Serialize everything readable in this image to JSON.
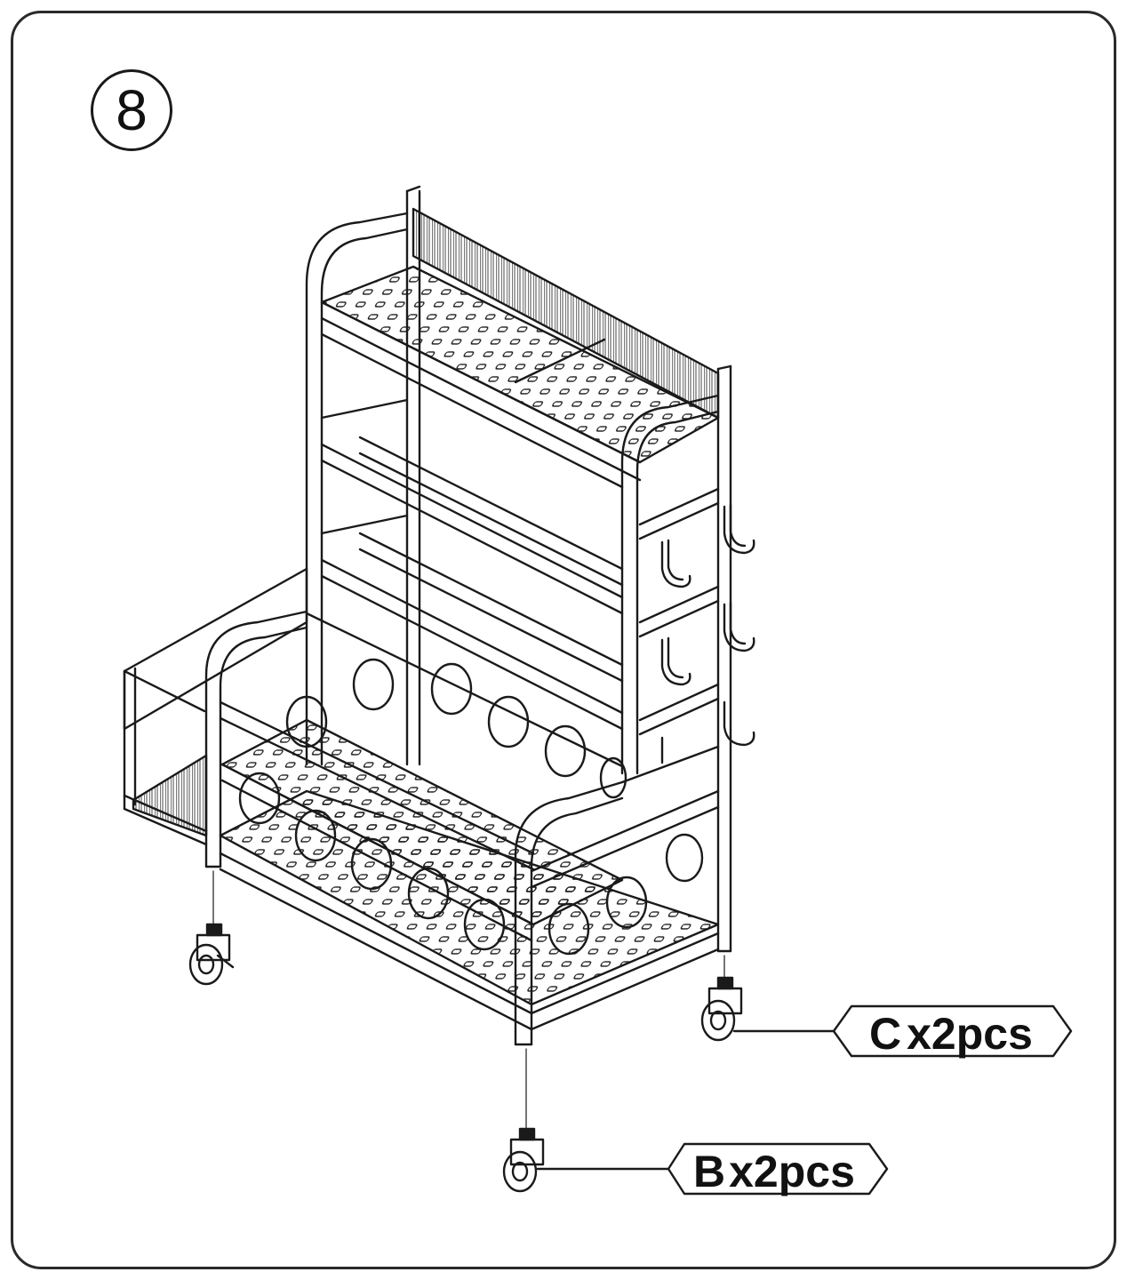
{
  "step": {
    "number": "8"
  },
  "callouts": {
    "caster_c": {
      "letter": "C",
      "qty": "x2pcs"
    },
    "caster_b": {
      "letter": "B",
      "qty": "x2pcs"
    }
  },
  "colors": {
    "line": "#1a1a1a",
    "background": "#ffffff"
  }
}
